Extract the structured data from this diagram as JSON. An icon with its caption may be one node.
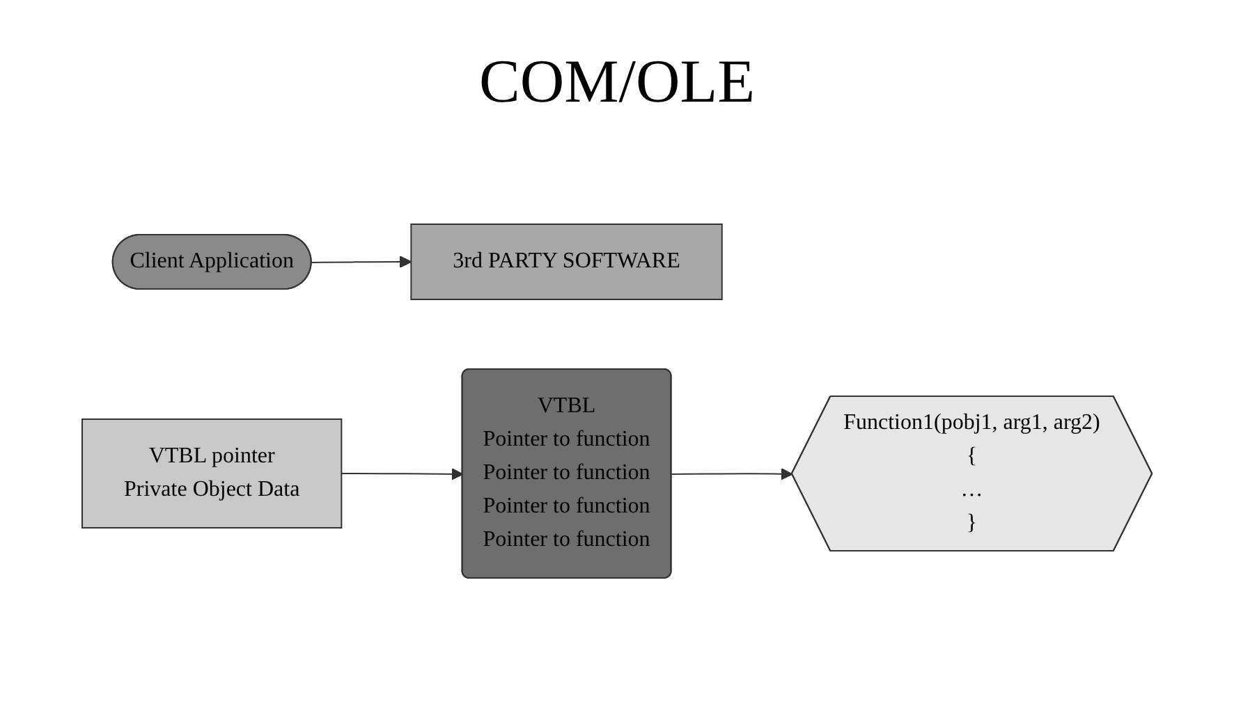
{
  "diagram": {
    "nodes": [
      {
        "text": [
          "Client Application"
        ]
      },
      {
        "text": [
          "3rd PARTY SOFTWARE"
        ]
      },
      {
        "text": [
          "VTBL pointer",
          "Private Object Data"
        ]
      },
      {
        "text": [
          "VTBL",
          "Pointer to function",
          "Pointer to function",
          "Pointer to function",
          "Pointer to function"
        ]
      },
      {
        "text": [
          "Function1(pobj1, arg1, arg2)",
          "{",
          "…",
          "}"
        ]
      }
    ],
    "edges": [
      {
        "from": 0,
        "to": 1,
        "arrow": "to"
      },
      {
        "from": 2,
        "to": 3,
        "arrow": "to"
      },
      {
        "from": 3,
        "to": 4,
        "arrow": "to"
      }
    ],
    "labels": [
      "COM/OLE"
    ]
  }
}
